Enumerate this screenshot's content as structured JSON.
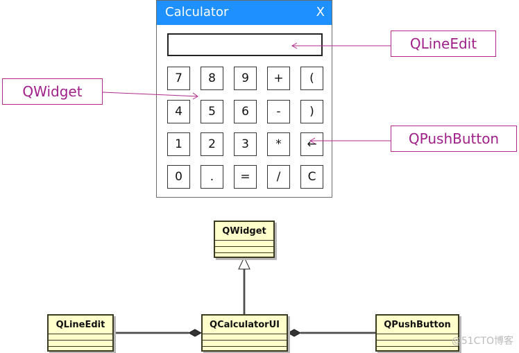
{
  "window": {
    "title": "Calculator",
    "close_label": "X"
  },
  "keypad": {
    "rows": [
      [
        "7",
        "8",
        "9",
        "+",
        "("
      ],
      [
        "4",
        "5",
        "6",
        "-",
        ")"
      ],
      [
        "1",
        "2",
        "3",
        "*",
        "←"
      ],
      [
        "0",
        ".",
        "=",
        "/",
        "C"
      ]
    ]
  },
  "callouts": {
    "line_edit": "QLineEdit",
    "widget": "QWidget",
    "push_button": "QPushButton"
  },
  "uml": {
    "widget": "QWidget",
    "line_edit": "QLineEdit",
    "calculator_ui": "QCalculatorUI",
    "push_button": "QPushButton"
  },
  "colors": {
    "titlebar": "#1e90ff",
    "callout": "#a0208a",
    "uml_fill": "#ffffcc"
  },
  "watermark": "@51CTO博客"
}
